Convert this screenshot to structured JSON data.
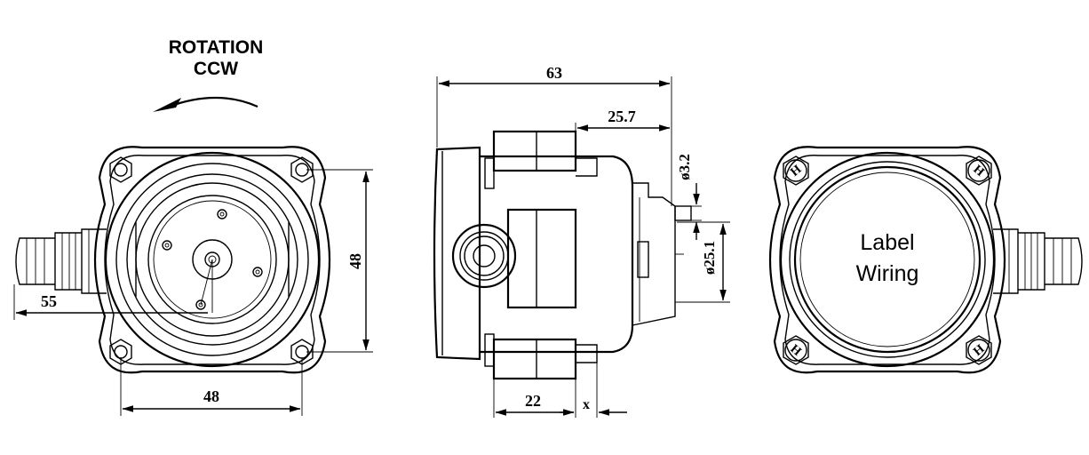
{
  "rotation": {
    "line1": "ROTATION",
    "line2": "CCW"
  },
  "front_view": {
    "dim_height": "48",
    "dim_width": "48",
    "dim_gland": "55"
  },
  "side_view": {
    "dim_overall": "63",
    "dim_shaft_offset": "25.7",
    "dim_shaft_dia": "ø3.2",
    "dim_pilot_dia": "ø25.1",
    "dim_base": "22",
    "dim_x": "x"
  },
  "rear_view": {
    "label_line1": "Label",
    "label_line2": "Wiring",
    "bolt_marking": "H"
  }
}
